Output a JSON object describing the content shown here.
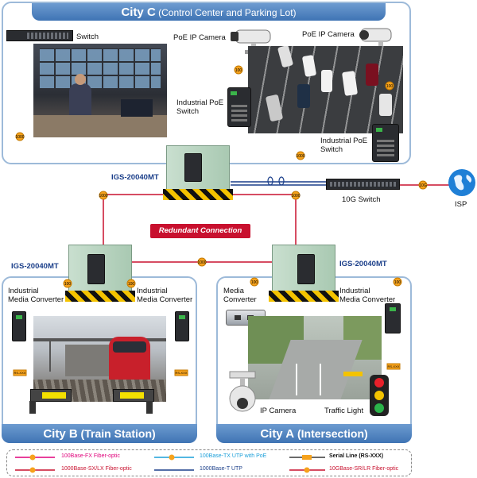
{
  "panels": {
    "city_c": {
      "title_strong": "City C",
      "title_rest": " (Control Center and Parking Lot)"
    },
    "city_b": {
      "title_strong": "City B",
      "title_rest": " (Train Station)"
    },
    "city_a": {
      "title_strong": "City A",
      "title_rest": " (Intersection)"
    }
  },
  "labels": {
    "switch": "Switch",
    "poe_cam_left": "PoE IP Camera",
    "poe_cam_right": "PoE IP Camera",
    "ind_poe_switch_left_1": "Industrial PoE",
    "ind_poe_switch_left_2": "Switch",
    "ind_poe_switch_right_1": "Industrial PoE",
    "ind_poe_switch_right_2": "Switch",
    "igs_top": "IGS-20040MT",
    "ten_g_switch": "10G Switch",
    "isp": "ISP",
    "redundant": "Redundant Connection",
    "igs_left": "IGS-20040MT",
    "igs_right": "IGS-20040MT",
    "b_imc_left_1": "Industrial",
    "b_imc_left_2": "Media Converter",
    "b_imc_right_1": "Industrial",
    "b_imc_right_2": "Media Converter",
    "a_mc_1": "Media",
    "a_mc_2": "Converter",
    "a_imc_1": "Industrial",
    "a_imc_2": "Media Converter",
    "ip_camera": "IP Camera",
    "traffic_light": "Traffic Light"
  },
  "badges": {
    "b100": "100",
    "b1000": "1000",
    "b10g": "10G",
    "rs": "RS-XXX"
  },
  "legend": [
    {
      "label": "100Base-FX Fiber-optic",
      "color": "#e0007a"
    },
    {
      "label": "100Base-TX UTP with PoE",
      "color": "#1a9fd9"
    },
    {
      "label": "Serial Line (RS-XXX)",
      "color": "#111111"
    },
    {
      "label": "1000Base-SX/LX Fiber-optic",
      "color": "#c8102e"
    },
    {
      "label": "1000Base-T UTP",
      "color": "#1b3f8a"
    },
    {
      "label": "10GBase-SR/LR Fiber-optic",
      "color": "#c8102e"
    }
  ],
  "colors": {
    "fiber_red": "#c8102e",
    "poe_blue": "#1a9fd9",
    "utp_navy": "#1b3f8a",
    "badge_orange": "#f6a21c",
    "panel_border": "#9dbad9"
  }
}
